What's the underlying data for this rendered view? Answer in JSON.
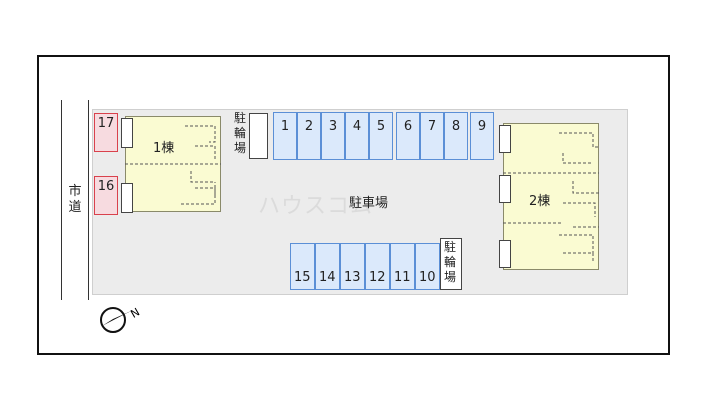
{
  "road": {
    "label": "市道"
  },
  "parking": {
    "label": "駐車場"
  },
  "watermark": "ハウスコム",
  "bike_label": "駐輪場",
  "buildings": [
    {
      "label": "1棟"
    },
    {
      "label": "2棟"
    }
  ],
  "slots_top": [
    "1",
    "2",
    "3",
    "4",
    "5",
    "6",
    "7",
    "8",
    "9"
  ],
  "slots_bottom": [
    "15",
    "14",
    "13",
    "12",
    "11",
    "10"
  ],
  "slots_red": [
    "17",
    "16"
  ],
  "compass": {
    "label": "N"
  },
  "colors": {
    "slot_fill": "#dbe9fb",
    "slot_border": "#5b8fd6",
    "red_fill": "#f7dbe0",
    "red_border": "#d9414c",
    "building_fill": "#fafbd2",
    "lot_fill": "#ececec"
  }
}
